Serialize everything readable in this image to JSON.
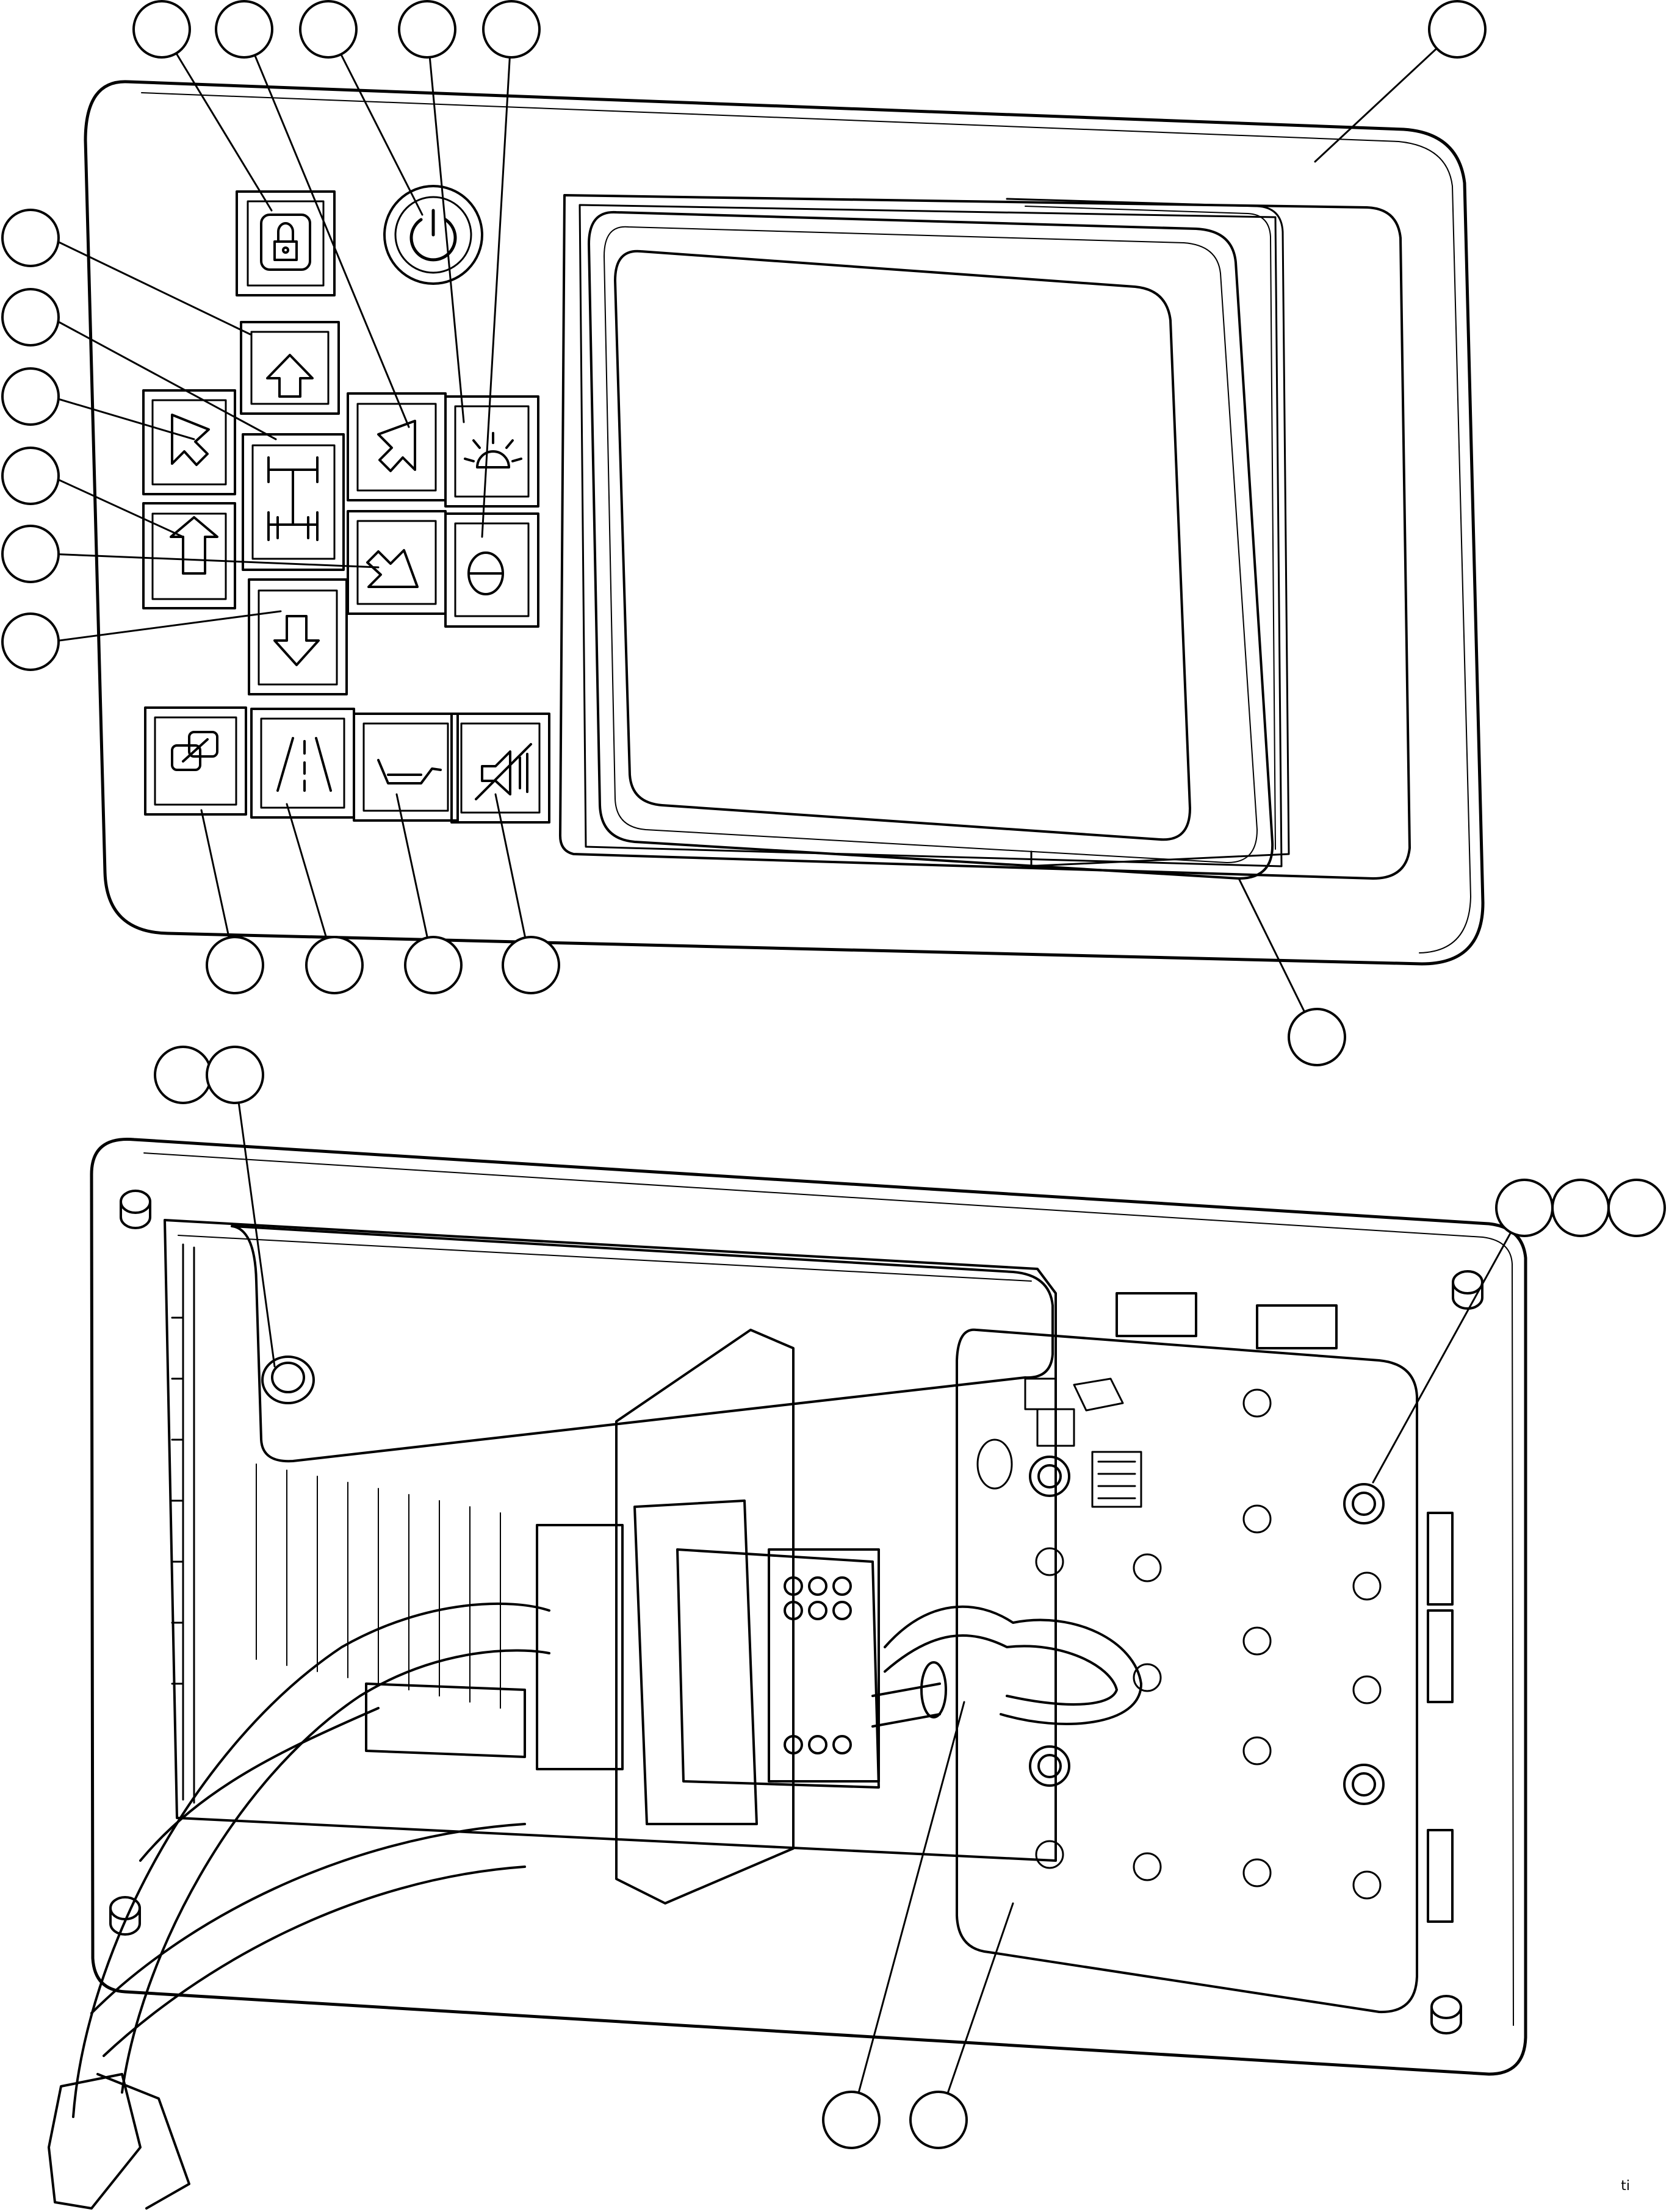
{
  "figure": {
    "id_text": "ti",
    "style": "black line-art exploded illustration",
    "callouts_unlabeled": true
  },
  "front_panel": {
    "buttons": [
      {
        "id": "lock",
        "icon": "lock-icon"
      },
      {
        "id": "up",
        "icon": "arrow-up-icon"
      },
      {
        "id": "up-right",
        "icon": "arrow-up-right-icon"
      },
      {
        "id": "brightness",
        "icon": "brightness-icon"
      },
      {
        "id": "enter-left",
        "icon": "arrow-enter-left-icon"
      },
      {
        "id": "axle",
        "icon": "axle-icon"
      },
      {
        "id": "down-right",
        "icon": "arrow-down-right-icon"
      },
      {
        "id": "contrast",
        "icon": "contrast-icon"
      },
      {
        "id": "back-left",
        "icon": "arrow-back-left-icon"
      },
      {
        "id": "down",
        "icon": "arrow-down-icon"
      },
      {
        "id": "mode-switch",
        "icon": "mode-switch-icon"
      },
      {
        "id": "road-mode",
        "icon": "road-icon"
      },
      {
        "id": "seat-tilt",
        "icon": "seat-icon"
      },
      {
        "id": "mute",
        "icon": "mute-icon"
      }
    ],
    "power_button": {
      "icon": "power-icon"
    },
    "display": {
      "icon": "display-screen"
    }
  },
  "rear_panel": {
    "parts": [
      "mounting-bracket",
      "cable-harness",
      "connector",
      "circuit-board",
      "dip-switch",
      "standoffs"
    ]
  },
  "colors": {
    "line": "#000000",
    "background": "#ffffff"
  }
}
